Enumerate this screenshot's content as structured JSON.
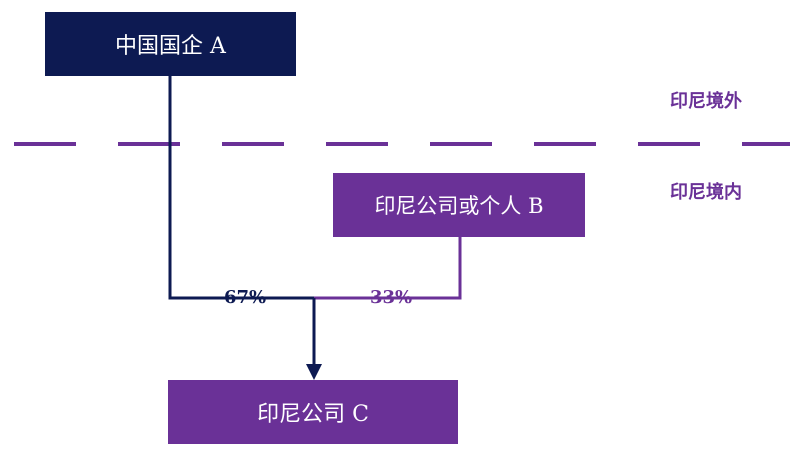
{
  "nodes": {
    "parent_a": "中国国企 A",
    "shareholder_b": "印尼公司或个人 B",
    "company_c": "印尼公司 C"
  },
  "zones": {
    "outside": "印尼境外",
    "inside": "印尼境内"
  },
  "edges": {
    "a_share": "67%",
    "b_share": "33%"
  },
  "colors": {
    "navy": "#0d1a52",
    "purple": "#6a3197"
  }
}
